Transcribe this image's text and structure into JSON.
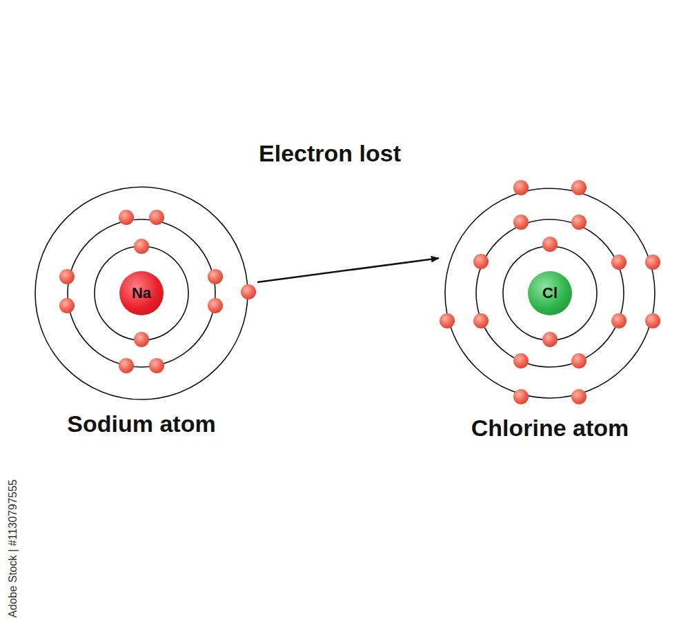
{
  "diagram": {
    "nodes": [
      {
        "text": [
          "Sodium atom"
        ]
      },
      {
        "text": [
          "Na"
        ],
        "in": 0
      },
      {
        "text": [
          "Chlorine atom"
        ]
      },
      {
        "text": [
          "Cl"
        ],
        "in": 2
      }
    ],
    "edges": [
      {
        "from": 0,
        "to": 2,
        "arrow": "to",
        "label": "Electron lost"
      }
    ],
    "labels": [
      "Adobe Stock | #1130797555"
    ]
  }
}
